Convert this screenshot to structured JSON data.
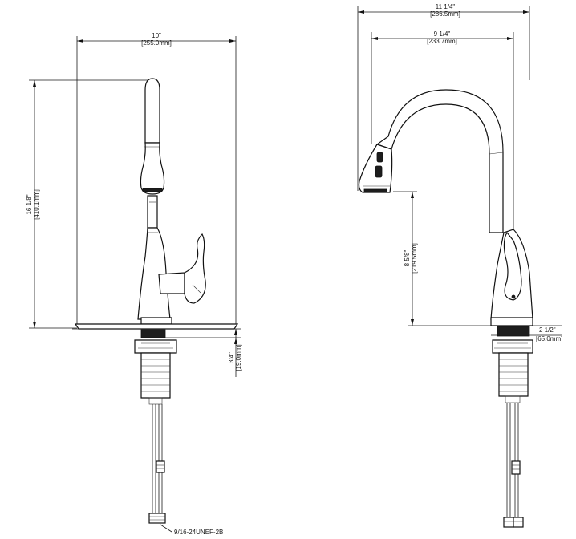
{
  "front_view": {
    "width_in": "10\"",
    "width_mm": "[255.0mm]",
    "height_in": "16 1/8\"",
    "height_mm": "[410.1mm]",
    "deck_in": "3/4\"",
    "deck_mm": "[19.0mm]",
    "thread_label": "9/16-24UNEF-2B"
  },
  "side_view": {
    "overall_in": "11 1/4\"",
    "overall_mm": "[286.5mm]",
    "reach_in": "9 1/4\"",
    "reach_mm": "[233.7mm]",
    "spout_height_in": "8 5/8\"",
    "spout_height_mm": "[219.5mm]",
    "base_in": "2 1/2\"",
    "base_mm": "[65.0mm]"
  }
}
